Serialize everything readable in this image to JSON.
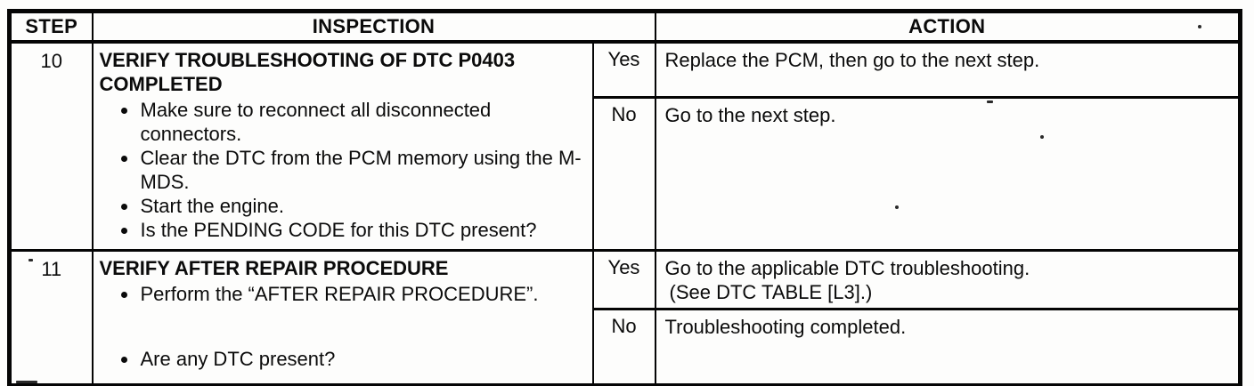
{
  "table": {
    "headers": {
      "step": "STEP",
      "inspection": "INSPECTION",
      "action": "ACTION"
    },
    "rows": [
      {
        "step": "10",
        "title": "VERIFY TROUBLESHOOTING OF DTC P0403 COMPLETED",
        "bullets": [
          "Make sure to reconnect all disconnected connectors.",
          "Clear the DTC from the PCM memory using the M-MDS.",
          "Start the engine.",
          "Is the PENDING CODE for this DTC present?"
        ],
        "branches": [
          {
            "answer": "Yes",
            "action_lines": [
              "Replace the PCM, then go to the next step."
            ]
          },
          {
            "answer": "No",
            "action_lines": [
              "Go to the next step."
            ]
          }
        ]
      },
      {
        "step": "11",
        "title": "VERIFY AFTER REPAIR PROCEDURE",
        "bullets": [
          "Perform the “AFTER REPAIR PROCEDURE”.",
          "Are any DTC present?"
        ],
        "branches": [
          {
            "answer": "Yes",
            "action_lines": [
              "Go to the applicable DTC troubleshooting.",
              "(See DTC TABLE [L3].)"
            ]
          },
          {
            "answer": "No",
            "action_lines": [
              "Troubleshooting completed."
            ]
          }
        ]
      }
    ]
  }
}
